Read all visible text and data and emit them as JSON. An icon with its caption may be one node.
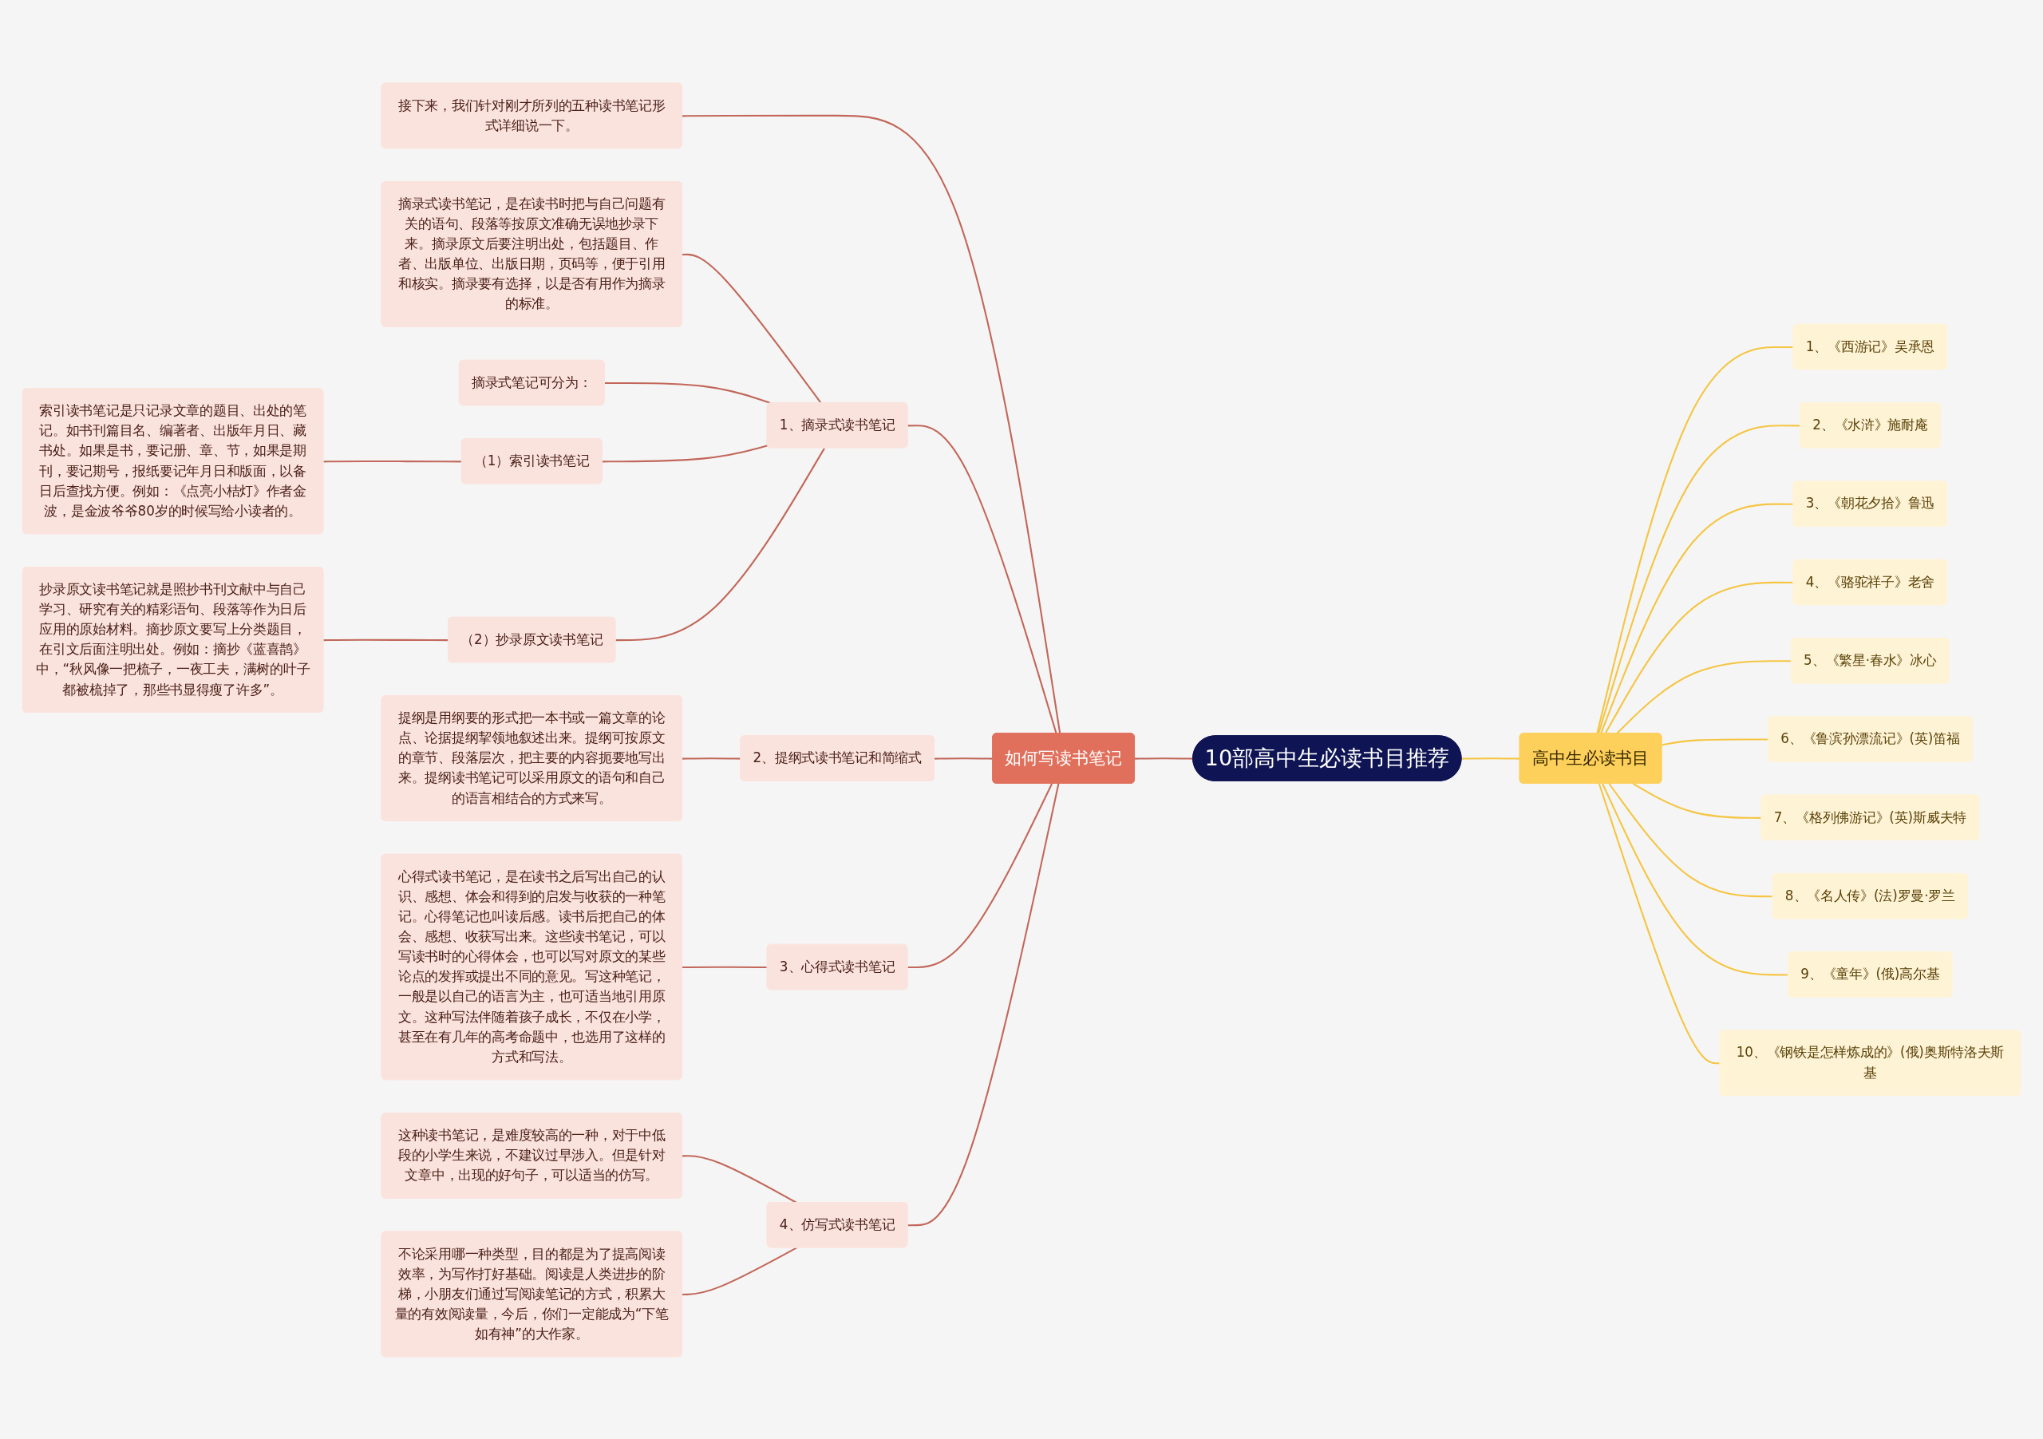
{
  "diagram": {
    "nodes": [
      {
        "text": [
          "10部高中生必读书目推荐"
        ]
      },
      {
        "text": [
          "如何写读书笔记"
        ]
      },
      {
        "text": [
          "接下来，我们针对刚才所列的五种读书笔记形式详细说一下。"
        ]
      },
      {
        "text": [
          "1、摘录式读书笔记"
        ]
      },
      {
        "text": [
          "摘录式读书笔记，是在读书时把与自己问题有关的语句、段落等按原文准确无误地抄录下来。摘录原文后要注明出处，包括题目、作者、出版单位、出版日期，页码等，便于引用和核实。摘录要有选择，以是否有用作为摘录的标准。"
        ]
      },
      {
        "text": [
          "摘录式笔记可分为："
        ]
      },
      {
        "text": [
          "（1）索引读书笔记"
        ]
      },
      {
        "text": [
          "索引读书笔记是只记录文章的题目、出处的笔记。如书刊篇目名、编著者、出版年月日、藏书处。如果是书，要记册、章、节，如果是期刊，要记期号，报纸要记年月日和版面，以备日后查找方便。例如：《点亮小桔灯》作者金波，是金波爷爷80岁的时候写给小读者的。"
        ]
      },
      {
        "text": [
          "（2）抄录原文读书笔记"
        ]
      },
      {
        "text": [
          "抄录原文读书笔记就是照抄书刊文献中与自己学习、研究有关的精彩语句、段落等作为日后应用的原始材料。摘抄原文要写上分类题目，在引文后面注明出处。例如：摘抄《蓝喜鹊》中，“秋风像一把梳子，一夜工夫，满树的叶子都被梳掉了，那些书显得瘦了许多”。"
        ]
      },
      {
        "text": [
          "2、提纲式读书笔记和简缩式"
        ]
      },
      {
        "text": [
          "提纲是用纲要的形式把一本书或一篇文章的论点、论据提纲挈领地叙述出来。提纲可按原文的章节、段落层次，把主要的内容扼要地写出来。提纲读书笔记可以采用原文的语句和自己的语言相结合的方式来写。"
        ]
      },
      {
        "text": [
          "3、心得式读书笔记"
        ]
      },
      {
        "text": [
          "心得式读书笔记，是在读书之后写出自己的认识、感想、体会和得到的启发与收获的一种笔记。心得笔记也叫读后感。读书后把自己的体会、感想、收获写出来。这些读书笔记，可以写读书时的心得体会，也可以写对原文的某些论点的发挥或提出不同的意见。写这种笔记，一般是以自己的语言为主，也可适当地引用原文。这种写法伴随着孩子成长，不仅在小学，甚至在有几年的高考命题中，也选用了这样的方式和写法。"
        ]
      },
      {
        "text": [
          "4、仿写式读书笔记"
        ]
      },
      {
        "text": [
          "这种读书笔记，是难度较高的一种，对于中低段的小学生来说，不建议过早涉入。但是针对文章中，出现的好句子，可以适当的仿写。"
        ]
      },
      {
        "text": [
          "不论采用哪一种类型，目的都是为了提高阅读效率，为写作打好基础。阅读是人类进步的阶梯，小朋友们通过写阅读笔记的方式，积累大量的有效阅读量，今后，你们一定能成为“下笔如有神”的大作家。"
        ]
      },
      {
        "text": [
          "高中生必读书目"
        ]
      },
      {
        "text": [
          "1、《西游记》吴承恩"
        ]
      },
      {
        "text": [
          "2、《水浒》施耐庵"
        ]
      },
      {
        "text": [
          "3、《朝花夕拾》鲁迅"
        ]
      },
      {
        "text": [
          "4、《骆驼祥子》老舍"
        ]
      },
      {
        "text": [
          "5、《繁星·春水》冰心"
        ]
      },
      {
        "text": [
          "6、《鲁滨孙漂流记》(英)笛福"
        ]
      },
      {
        "text": [
          "7、《格列佛游记》(英)斯威夫特"
        ]
      },
      {
        "text": [
          "8、《名人传》(法)罗曼·罗兰"
        ]
      },
      {
        "text": [
          "9、《童年》(俄)高尔基"
        ]
      },
      {
        "text": [
          "10、《钢铁是怎样炼成的》(俄)奥斯特洛夫斯基"
        ]
      }
    ],
    "edges": [
      {
        "from": 0,
        "to": 1,
        "arrow": "none"
      },
      {
        "from": 1,
        "to": 2,
        "arrow": "none"
      },
      {
        "from": 1,
        "to": 3,
        "arrow": "none"
      },
      {
        "from": 3,
        "to": 4,
        "arrow": "none"
      },
      {
        "from": 3,
        "to": 5,
        "arrow": "none"
      },
      {
        "from": 3,
        "to": 6,
        "arrow": "none"
      },
      {
        "from": 6,
        "to": 7,
        "arrow": "none"
      },
      {
        "from": 3,
        "to": 8,
        "arrow": "none"
      },
      {
        "from": 8,
        "to": 9,
        "arrow": "none"
      },
      {
        "from": 1,
        "to": 10,
        "arrow": "none"
      },
      {
        "from": 10,
        "to": 11,
        "arrow": "none"
      },
      {
        "from": 1,
        "to": 12,
        "arrow": "none"
      },
      {
        "from": 12,
        "to": 13,
        "arrow": "none"
      },
      {
        "from": 1,
        "to": 14,
        "arrow": "none"
      },
      {
        "from": 14,
        "to": 15,
        "arrow": "none"
      },
      {
        "from": 14,
        "to": 16,
        "arrow": "none"
      },
      {
        "from": 0,
        "to": 17,
        "arrow": "none",
        "color": "#f5c542"
      },
      {
        "from": 17,
        "to": 18,
        "arrow": "none",
        "color": "#f5c542"
      },
      {
        "from": 17,
        "to": 19,
        "arrow": "none",
        "color": "#f5c542"
      },
      {
        "from": 17,
        "to": 20,
        "arrow": "none",
        "color": "#f5c542"
      },
      {
        "from": 17,
        "to": 21,
        "arrow": "none",
        "color": "#f5c542"
      },
      {
        "from": 17,
        "to": 22,
        "arrow": "none",
        "color": "#f5c542"
      },
      {
        "from": 17,
        "to": 23,
        "arrow": "none",
        "color": "#f5c542"
      },
      {
        "from": 17,
        "to": 24,
        "arrow": "none",
        "color": "#f5c542"
      },
      {
        "from": 17,
        "to": 25,
        "arrow": "none",
        "color": "#f5c542"
      },
      {
        "from": 17,
        "to": 26,
        "arrow": "none",
        "color": "#f5c542"
      },
      {
        "from": 17,
        "to": 27,
        "arrow": "none",
        "color": "#f5c542"
      }
    ]
  }
}
